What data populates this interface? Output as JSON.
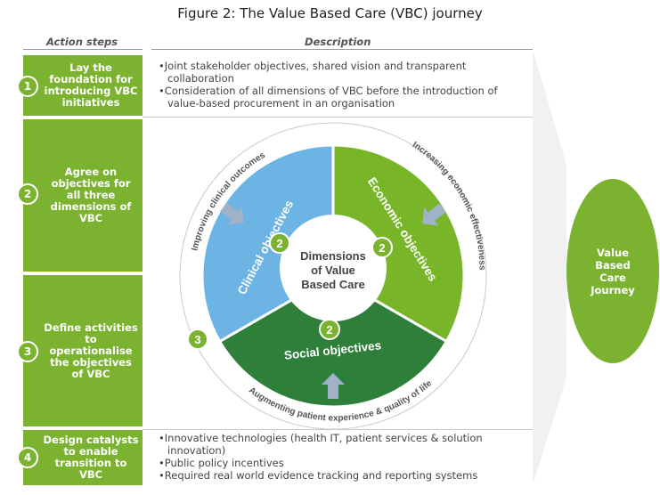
{
  "title": "Figure 2: The Value Based Care (VBC) journey",
  "headers": {
    "action": "Action steps",
    "description": "Description"
  },
  "steps": [
    {
      "num": "1",
      "label": "Lay the foundation for introducing VBC initiatives"
    },
    {
      "num": "2",
      "label": "Agree on objectives for all three dimensions of VBC"
    },
    {
      "num": "3",
      "label": "Define activities to operationalise the objectives of VBC"
    },
    {
      "num": "4",
      "label": "Design catalysts to enable transition to VBC"
    }
  ],
  "desc1": [
    "•Joint stakeholder objectives, shared vision and transparent collaboration",
    "•Consideration of all dimensions of VBC before the introduction of value-based procurement in an organisation"
  ],
  "desc4": [
    "•Innovative technologies (health IT, patient services & solution innovation)",
    "•Public policy incentives",
    "•Required real world evidence tracking and reporting systems"
  ],
  "wheel": {
    "center": [
      "Dimensions",
      "of Value",
      "Based Care"
    ],
    "clinical": "Clinical objectives",
    "economic": "Economic objectives",
    "social": "Social objectives",
    "ring_clinical": "Improving clinical outcomes",
    "ring_economic": "Increasing economic effectiveness",
    "ring_social": "Augmenting patient experience & quality of life",
    "badge_segment": "2",
    "badge_ring": "3"
  },
  "journey": [
    "Value",
    "Based",
    "Care",
    "Journey"
  ],
  "colors": {
    "green": "#7bb331",
    "blue": "#6cb4e4",
    "dark_green": "#2e7f3a",
    "light_green": "#78b528",
    "arrow": "#9fb2c8"
  }
}
